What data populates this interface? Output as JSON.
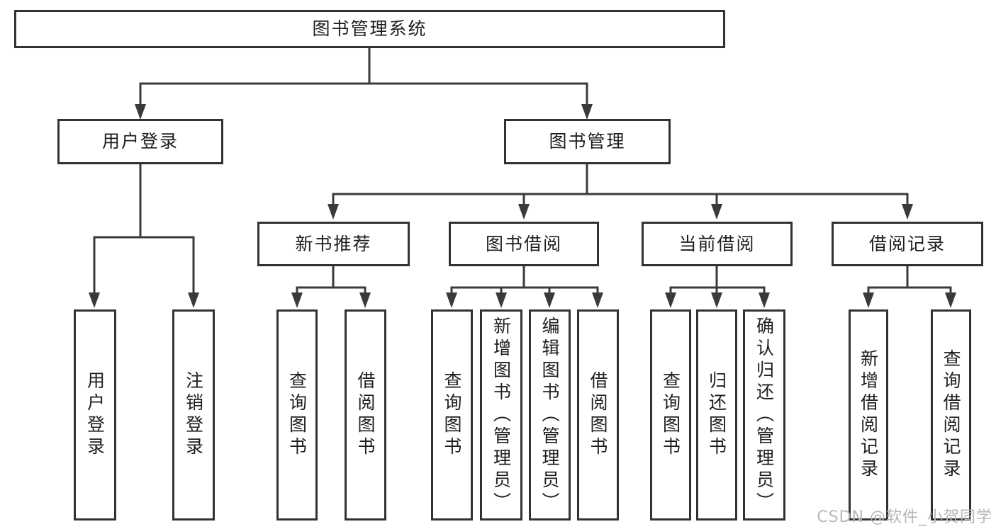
{
  "tree": {
    "label": "图书管理系统",
    "children": [
      {
        "label": "用户登录",
        "children": [
          {
            "label": "用户登录"
          },
          {
            "label": "注销登录"
          }
        ]
      },
      {
        "label": "图书管理",
        "children": [
          {
            "label": "新书推荐",
            "children": [
              {
                "label": "查询图书"
              },
              {
                "label": "借阅图书"
              }
            ]
          },
          {
            "label": "图书借阅",
            "children": [
              {
                "label": "查询图书"
              },
              {
                "label": "新增图书（管理员）"
              },
              {
                "label": "编辑图书（管理员）"
              },
              {
                "label": "借阅图书"
              }
            ]
          },
          {
            "label": "当前借阅",
            "children": [
              {
                "label": "查询图书"
              },
              {
                "label": "归还图书"
              },
              {
                "label": "确认归还（管理员）"
              }
            ]
          },
          {
            "label": "借阅记录",
            "children": [
              {
                "label": "新增借阅记录"
              },
              {
                "label": "查询借阅记录"
              }
            ]
          }
        ]
      }
    ]
  },
  "watermark": {
    "text": "CSDN @软件_小贺同学",
    "color": "#b9b6b2"
  },
  "colors": {
    "line": "#3a3a3a",
    "box_border": "#323232",
    "box_fill": "#ffffff",
    "text": "#1e1e1e",
    "background": "#ffffff"
  }
}
